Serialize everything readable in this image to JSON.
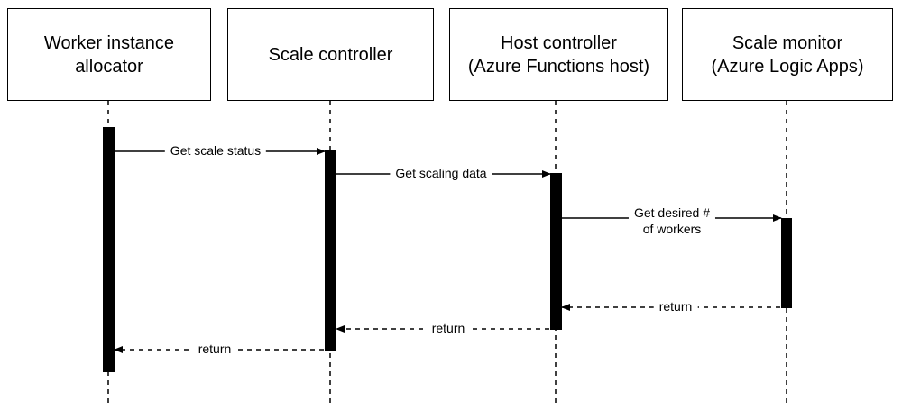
{
  "participants": [
    {
      "label": "Worker instance\nallocator"
    },
    {
      "label": "Scale controller"
    },
    {
      "label": "Host controller\n(Azure Functions host)"
    },
    {
      "label": "Scale monitor\n(Azure Logic Apps)"
    }
  ],
  "messages": [
    {
      "label": "Get scale status",
      "style": "solid"
    },
    {
      "label": "Get scaling data",
      "style": "solid"
    },
    {
      "label": "Get desired #\nof workers",
      "style": "solid"
    },
    {
      "label": "return",
      "style": "dashed"
    },
    {
      "label": "return",
      "style": "dashed"
    },
    {
      "label": "return",
      "style": "dashed"
    }
  ]
}
